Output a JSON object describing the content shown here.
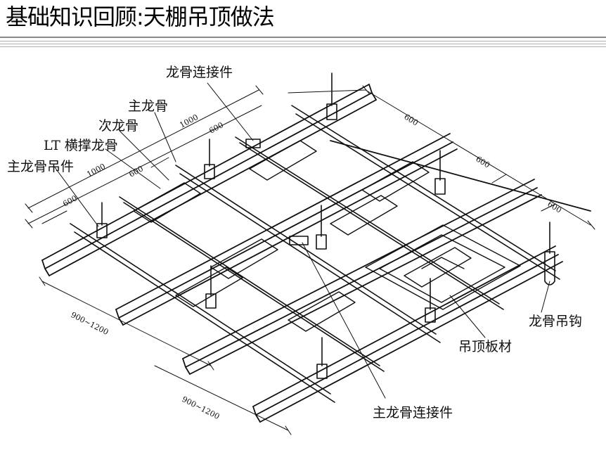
{
  "slide": {
    "title": "基础知识回顾:天棚吊顶做法"
  },
  "diagram": {
    "labels": {
      "keel_connector": "龙骨连接件",
      "main_keel": "主龙骨",
      "secondary_keel": "次龙骨",
      "lt_cross_brace": "LT 横撑龙骨",
      "main_keel_hanger": "主龙骨吊件",
      "keel_hook": "龙骨吊钩",
      "ceiling_board": "吊顶板材",
      "main_keel_connector": "主龙骨连接件"
    },
    "dimensions": {
      "d1000_top": "1000",
      "d600_top": "600",
      "d1000_left": "1000",
      "d600_left": "600",
      "d600_left2": "600",
      "d600_r1": "600",
      "d600_r2": "600",
      "d600_r3": "600",
      "span_left": "900~1200",
      "span_bottom": "900~1200"
    }
  }
}
